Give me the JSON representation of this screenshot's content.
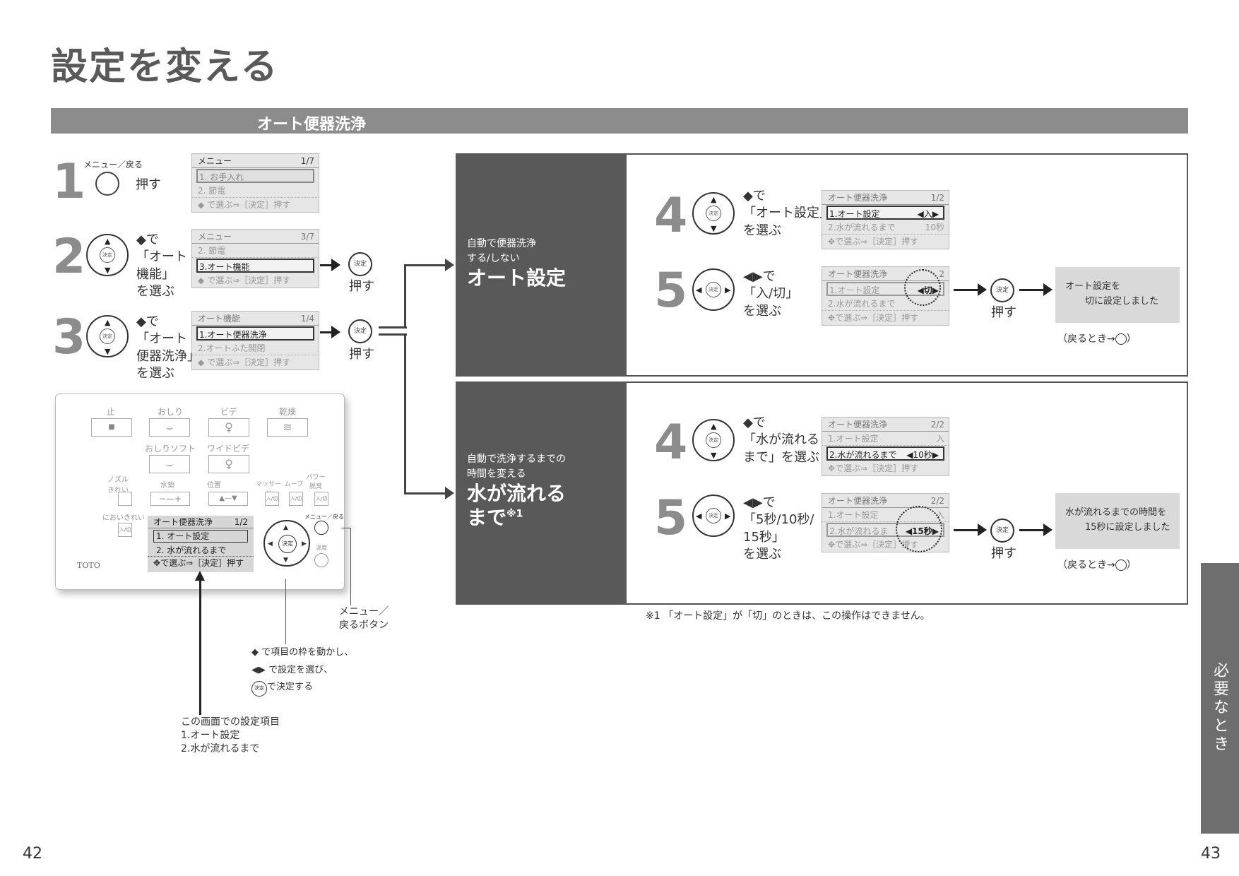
{
  "title": "設定を変える",
  "section": "オート便器洗浄",
  "steps": {
    "s1": {
      "num": "1",
      "btn_label": "メニュー／戻る",
      "action": "押す",
      "screen": {
        "head": "メニュー",
        "page": "1/7",
        "rows": [
          "1. お手入れ",
          "2. 節電"
        ],
        "foot": "で選ぶ⇒［決定］押す"
      }
    },
    "s2": {
      "num": "2",
      "instr_line1": "で",
      "instr_line2": "「オート",
      "instr_line3": "機能」",
      "instr_line4": "を選ぶ",
      "screen": {
        "head": "メニュー",
        "page": "3/7",
        "rows": [
          "2. 節電",
          "3.オート機能"
        ],
        "foot": "で選ぶ⇒［決定］押す"
      },
      "ok": "決定",
      "action": "押す"
    },
    "s3": {
      "num": "3",
      "instr_line1": "で",
      "instr_line2": "「オート",
      "instr_line3": "便器洗浄」",
      "instr_line4": "を選ぶ",
      "screen": {
        "head": "オート機能",
        "page": "1/4",
        "rows": [
          "1.オート便器洗浄",
          "2.オートふた開閉"
        ],
        "foot": "で選ぶ⇒［決定］押す"
      },
      "ok": "決定",
      "action": "押す"
    }
  },
  "panel_a": {
    "desc1": "自動で便器洗浄",
    "desc2": "する/しない",
    "heading": "オート設定",
    "s4": {
      "num": "4",
      "l1": "で",
      "l2": "「オート設定」",
      "l3": "を選ぶ",
      "screen": {
        "head": "オート便器洗浄",
        "page": "1/2",
        "row1": "1.オート設定",
        "row1v": "◀入▶",
        "row2": "2.水が流れるまで",
        "row2v": "10秒",
        "foot": "で選ぶ⇒［決定］押す"
      }
    },
    "s5": {
      "num": "5",
      "l1": "で",
      "l2": "「入/切」",
      "l3": "を選ぶ",
      "screen": {
        "head": "オート便器洗浄",
        "page": "2",
        "row1": "1.オート設定",
        "row1v": "◀切▶",
        "row2": "2.水が流れるまで",
        "foot": "で選ぶ⇒［決定］押す"
      },
      "ok": "決定",
      "action": "押す",
      "result1": "オート設定を",
      "result2": "切に設定しました",
      "back": "（戻るとき→",
      "back_end": "）"
    }
  },
  "panel_b": {
    "desc1": "自動で洗浄するまでの",
    "desc2": "時間を変える",
    "heading1": "水が流れる",
    "heading2": "まで",
    "note_mark": "※1",
    "s4": {
      "num": "4",
      "l1": "で",
      "l2": "「水が流れる",
      "l3": "まで」を選ぶ",
      "screen": {
        "head": "オート便器洗浄",
        "page": "2/2",
        "row1": "1.オート設定",
        "row1v": "入",
        "row2": "2.水が流れるまで",
        "row2v": "◀10秒▶",
        "foot": "で選ぶ⇒［決定］押す"
      }
    },
    "s5": {
      "num": "5",
      "l1": "で",
      "l2": "「5秒/10秒/",
      "l3": "15秒」",
      "l4": "を選ぶ",
      "screen": {
        "head": "オート便器洗浄",
        "page": "2/2",
        "row1": "1.オート設定",
        "row1v": "入",
        "row2": "2.水が流れるま",
        "row2v": "◀15秒▶",
        "foot": "で選ぶ⇒［決定］押す"
      },
      "ok": "決定",
      "action": "押す",
      "result1": "水が流れるまでの時間を",
      "result2": "15秒に設定しました",
      "back": "（戻るとき→",
      "back_end": "）"
    }
  },
  "footnote": "※1 「オート設定」が「切」のときは、この操作はできません。",
  "remote": {
    "labels": [
      "止",
      "おしり",
      "ビデ",
      "乾燥"
    ],
    "labels2": [
      "おしりソフト",
      "ワイドビデ"
    ],
    "row3": [
      "ノズル\nきれい",
      "水勢",
      "位置",
      "マッサージ",
      "ムーブ",
      "パワー\n脱臭"
    ],
    "onoff": "入/切",
    "nioi": "においきれい",
    "lcd": {
      "head": "オート便器洗浄",
      "page": "1/2",
      "row1": "1. オート設定",
      "row2": "2. 水が流れるまで",
      "foot": "で選ぶ⇒［決定］押す"
    },
    "menu": "メニュー／戻る",
    "onsu": "温度",
    "brand": "TOTO",
    "ok": "決定"
  },
  "callouts": {
    "menu_btn1": "メニュー／",
    "menu_btn2": "戻るボタン",
    "nav1": "で項目の枠を動かし、",
    "nav2": "で設定を選び、",
    "nav3": "で決定する",
    "items_title": "この画面での設定項目",
    "item1": "1.オート設定",
    "item2": "2.水が流れるまで"
  },
  "side_tab": "必要なとき",
  "page_left": "42",
  "page_right": "43"
}
